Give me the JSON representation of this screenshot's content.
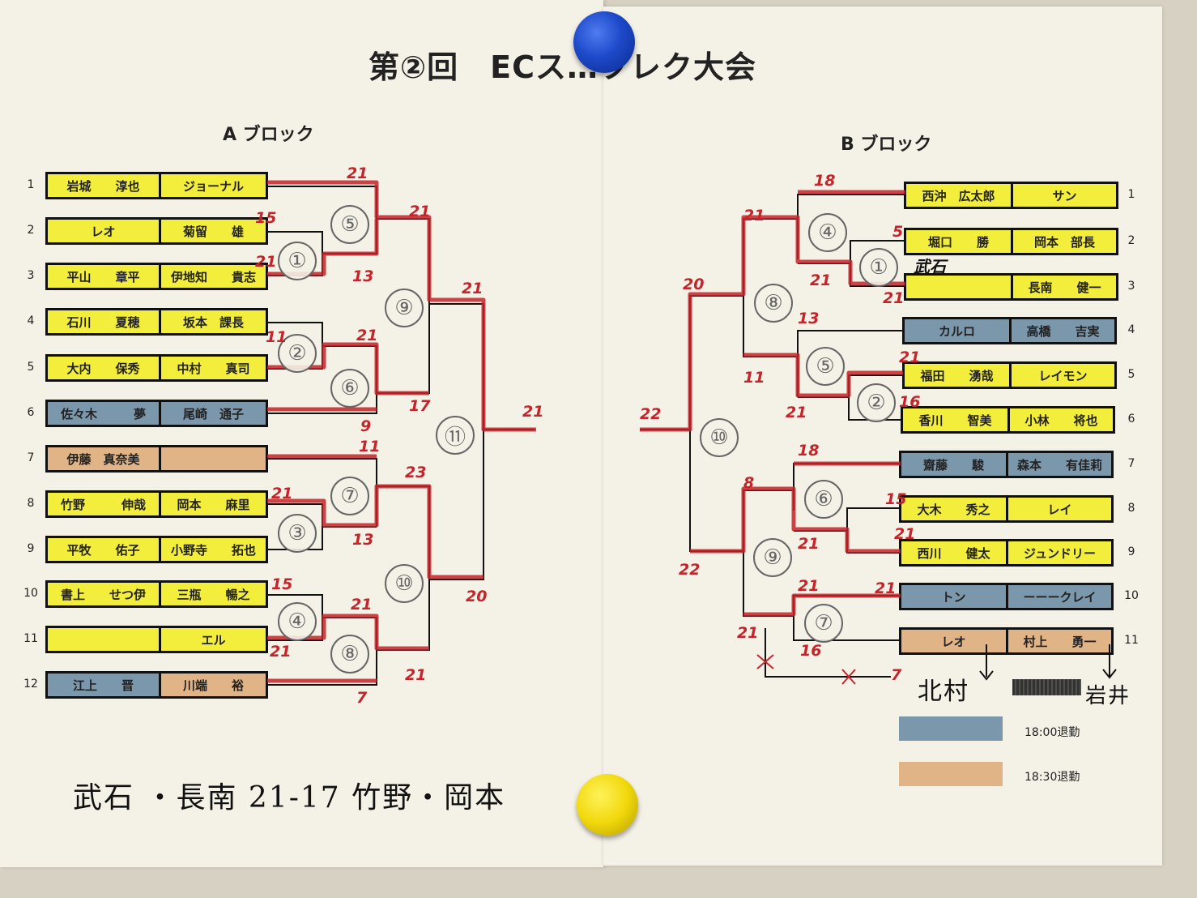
{
  "title": "第②回　ECス…ツレク大会",
  "block_a": {
    "label": "A ブロック"
  },
  "block_b": {
    "label": "B ブロック"
  },
  "teams_a": [
    {
      "no": "1",
      "p1": "岩城　　淳也",
      "p2": "ジョーナル"
    },
    {
      "no": "2",
      "p1": "レオ",
      "p2": "菊留　　雄"
    },
    {
      "no": "3",
      "p1": "平山　　章平",
      "p2": "伊地知　　貴志"
    },
    {
      "no": "4",
      "p1": "石川　　夏穂",
      "p2": "坂本　課長"
    },
    {
      "no": "5",
      "p1": "大内　　保秀",
      "p2": "中村　　真司"
    },
    {
      "no": "6",
      "p1": "佐々木　　　夢",
      "p2": "尾崎　通子"
    },
    {
      "no": "7",
      "p1": "伊藤　真奈美",
      "p2": ""
    },
    {
      "no": "8",
      "p1": "竹野　　　伸哉",
      "p2": "岡本　　麻里"
    },
    {
      "no": "9",
      "p1": "平牧　　佑子",
      "p2": "小野寺　　拓也"
    },
    {
      "no": "10",
      "p1": "書上　　せつ伊",
      "p2": "三瓶　　暢之"
    },
    {
      "no": "11",
      "p1": "",
      "p2": "エル"
    },
    {
      "no": "12",
      "p1": "江上　　晋",
      "p2": "川端　　裕"
    }
  ],
  "teams_b": [
    {
      "no": "1",
      "p1": "西沖　広太郎",
      "p2": "サン"
    },
    {
      "no": "2",
      "p1": "堀口　　勝",
      "p2": "岡本　部長"
    },
    {
      "no": "3",
      "p1": "",
      "p2": "長南　　健一"
    },
    {
      "no": "4",
      "p1": "カルロ",
      "p2": "高橋　　吉実"
    },
    {
      "no": "5",
      "p1": "福田　　湧哉",
      "p2": "レイモン"
    },
    {
      "no": "6",
      "p1": "香川　　智美",
      "p2": "小林　　将也"
    },
    {
      "no": "7",
      "p1": "齋藤　　駿",
      "p2": "森本　　有佳莉"
    },
    {
      "no": "8",
      "p1": "大木　　秀之",
      "p2": "レイ"
    },
    {
      "no": "9",
      "p1": "西川　　健太",
      "p2": "ジュンドリー"
    },
    {
      "no": "10",
      "p1": "トン",
      "p2": "ーーークレイ"
    },
    {
      "no": "11",
      "p1": "レオ",
      "p2": "村上　　勇一"
    }
  ],
  "match_numbers_a": [
    "①",
    "②",
    "③",
    "④",
    "⑤",
    "⑥",
    "⑦",
    "⑧",
    "⑨",
    "⑩",
    "⑪"
  ],
  "match_numbers_b": [
    "①",
    "②",
    "④",
    "⑤",
    "⑥",
    "⑦",
    "⑧",
    "⑨",
    "⑩"
  ],
  "scores_a": [
    "21",
    "15",
    "21",
    "13",
    "21",
    "11",
    "21",
    "9",
    "21",
    "17",
    "11",
    "21",
    "13",
    "23",
    "15",
    "21",
    "21",
    "7",
    "21",
    "21",
    "20"
  ],
  "scores_b": [
    "18",
    "21",
    "5",
    "21",
    "21",
    "20",
    "13",
    "21",
    "21",
    "11",
    "16",
    "22",
    "18",
    "15",
    "21",
    "8",
    "21",
    "22",
    "21",
    "21",
    "21",
    "16",
    "7"
  ],
  "notes_b": {
    "added_name_3": "武石",
    "sub_10": "北村",
    "sub_11": "岩井"
  },
  "legend": [
    {
      "color": "#7a97ab",
      "label": "18:00退勤"
    },
    {
      "color": "#e0b487",
      "label": "18:30退勤"
    }
  ],
  "handwritten_footer": "武石 ・長南 21-17 竹野・岡本",
  "colors": {
    "yellow": "#f3ee3b",
    "blue": "#7a97ab",
    "orange": "#e0b487",
    "red": "#c4242a"
  }
}
